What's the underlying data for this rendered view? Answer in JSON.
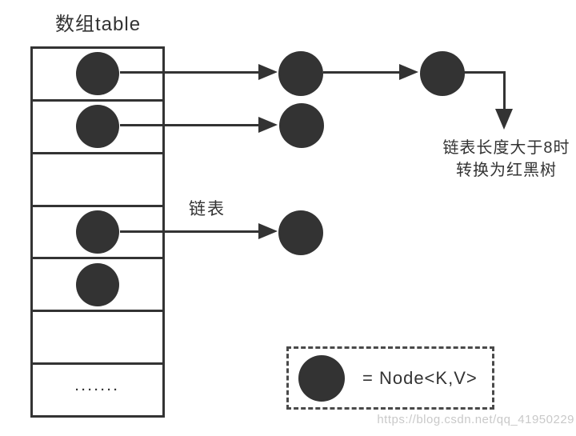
{
  "title": "数组table",
  "colors": {
    "ink": "#333333",
    "legend_dash": "#4a4a4a",
    "watermark": "#c9c9c9",
    "background": "#ffffff"
  },
  "array": {
    "rows": [
      {
        "has_node": true,
        "ellipsis": ""
      },
      {
        "has_node": true,
        "ellipsis": ""
      },
      {
        "has_node": false,
        "ellipsis": ""
      },
      {
        "has_node": true,
        "ellipsis": ""
      },
      {
        "has_node": true,
        "ellipsis": ""
      },
      {
        "has_node": false,
        "ellipsis": ""
      },
      {
        "has_node": false,
        "ellipsis": "·······"
      }
    ]
  },
  "labels": {
    "linked_list": "链表",
    "treeify_line1": "链表长度大于8时",
    "treeify_line2": "转换为红黑树"
  },
  "legend": {
    "node_icon": "node-circle",
    "text": "= Node<K,V>"
  },
  "watermark": "https://blog.csdn.net/qq_41950229"
}
